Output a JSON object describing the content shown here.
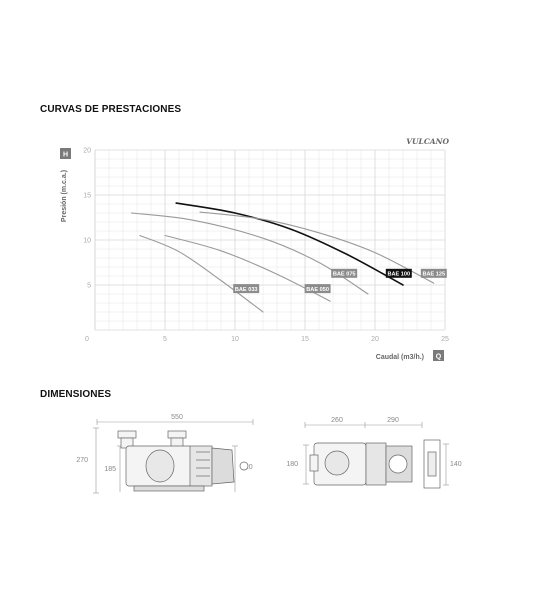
{
  "sections": {
    "performance_title": "CURVAS DE PRESTACIONES",
    "dimensions_title": "DIMENSIONES"
  },
  "brand": "VULCANO",
  "chart_data": {
    "type": "line",
    "xlabel": "Caudal (m3/h.)",
    "ylabel": "Presión (m.c.a.)",
    "x_axis_badge": "Q",
    "y_axis_badge": "H",
    "xlim": [
      0,
      25
    ],
    "ylim": [
      0,
      20
    ],
    "x_ticks": [
      0,
      5,
      10,
      15,
      20,
      25
    ],
    "y_ticks": [
      5,
      10,
      15,
      20
    ],
    "grid": true,
    "series": [
      {
        "name": "BAE 033",
        "x": [
          3.2,
          6,
          9,
          12
        ],
        "y": [
          10.5,
          8.7,
          5.5,
          2.0
        ],
        "highlight": false
      },
      {
        "name": "BAE 050",
        "x": [
          5,
          9,
          13,
          16.8
        ],
        "y": [
          10.5,
          8.8,
          6.2,
          3.2
        ],
        "highlight": false
      },
      {
        "name": "BAE 075",
        "x": [
          2.6,
          7,
          12,
          16,
          19.5
        ],
        "y": [
          13,
          12.2,
          10.2,
          7.5,
          4.0
        ],
        "highlight": false
      },
      {
        "name": "BAE 100",
        "x": [
          5.8,
          10,
          14,
          18,
          22
        ],
        "y": [
          14.1,
          13,
          11.2,
          8.4,
          5.0
        ],
        "highlight": true
      },
      {
        "name": "BAE 125",
        "x": [
          7.5,
          12,
          16,
          20,
          24.2
        ],
        "y": [
          13.1,
          12.3,
          10.8,
          8.6,
          5.2
        ],
        "highlight": false
      }
    ],
    "series_label_anchor": [
      {
        "name": "BAE 033",
        "x": 10.8,
        "y": 4.6
      },
      {
        "name": "BAE 050",
        "x": 15.9,
        "y": 4.6
      },
      {
        "name": "BAE 075",
        "x": 17.8,
        "y": 6.3
      },
      {
        "name": "BAE 100",
        "x": 21.7,
        "y": 6.3
      },
      {
        "name": "BAE 125",
        "x": 24.2,
        "y": 6.3
      }
    ]
  },
  "dimensions": {
    "side_view": {
      "width": "550",
      "height_total": "270",
      "height_inlet": "185",
      "height_motor": "210"
    },
    "top_view": {
      "width_left": "260",
      "width_right": "290",
      "depth": "180",
      "base_height": "140"
    }
  }
}
